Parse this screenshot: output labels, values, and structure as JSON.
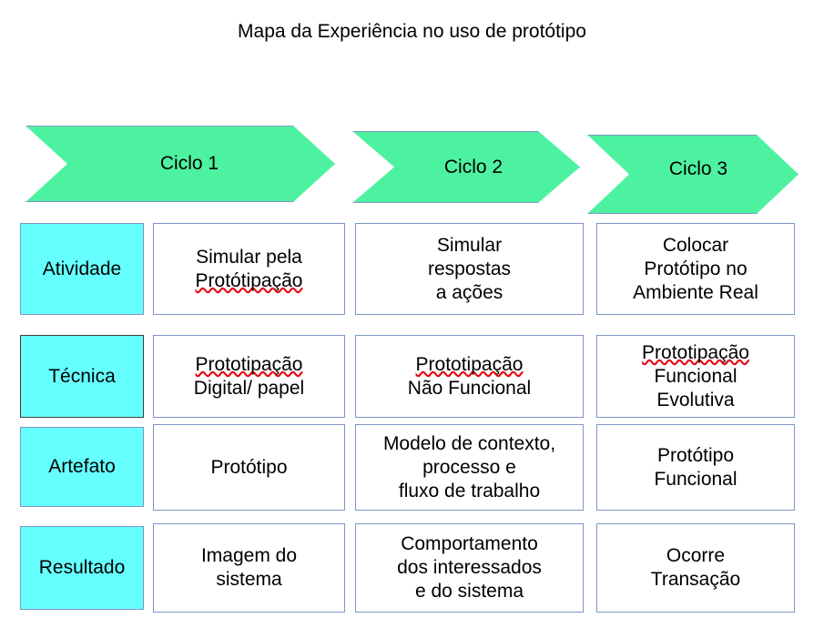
{
  "title": "Mapa da Experiência no uso de protótipo",
  "colors": {
    "chevron_fill": "#4df2a0",
    "label_fill": "#66ffff",
    "border": "#7e96c6",
    "emphasized_border": "#3d3d3d",
    "spellcheck_underline": "#e8000d",
    "background": "#ffffff",
    "text": "#000000"
  },
  "phases": [
    {
      "label": "Ciclo 1"
    },
    {
      "label": "Ciclo 2"
    },
    {
      "label": "Ciclo 3"
    }
  ],
  "rows": [
    {
      "label": "Atividade",
      "cells": [
        {
          "line1": "Simular pela",
          "line2": "Protótipação",
          "line2_misspelled": true
        },
        {
          "line1": "Simular",
          "line2": "respostas",
          "line3": "a ações"
        },
        {
          "line1": "Colocar",
          "line2": "Protótipo  no",
          "line3": "Ambiente Real"
        }
      ]
    },
    {
      "label": "Técnica",
      "label_emphasized": true,
      "cells": [
        {
          "line1": "Prototipação",
          "line1_misspelled": true,
          "line2": "Digital/ papel"
        },
        {
          "line1": "Prototipação",
          "line1_misspelled": true,
          "line2": "Não Funcional"
        },
        {
          "line1": "Prototipação",
          "line1_misspelled": true,
          "line2": "Funcional",
          "line3": "Evolutiva"
        }
      ]
    },
    {
      "label": "Artefato",
      "cells": [
        {
          "line1": "Protótipo"
        },
        {
          "line1": "Modelo de contexto,",
          "line2": "processo e",
          "line3": "fluxo de trabalho"
        },
        {
          "line1": "Protótipo",
          "line2": "Funcional"
        }
      ]
    },
    {
      "label": "Resultado",
      "cells": [
        {
          "line1": "Imagem do",
          "line2": "sistema"
        },
        {
          "line1": "Comportamento",
          "line2": "dos interessados",
          "line3": "e do sistema"
        },
        {
          "line1": "Ocorre",
          "line2": "Transação"
        }
      ]
    }
  ]
}
